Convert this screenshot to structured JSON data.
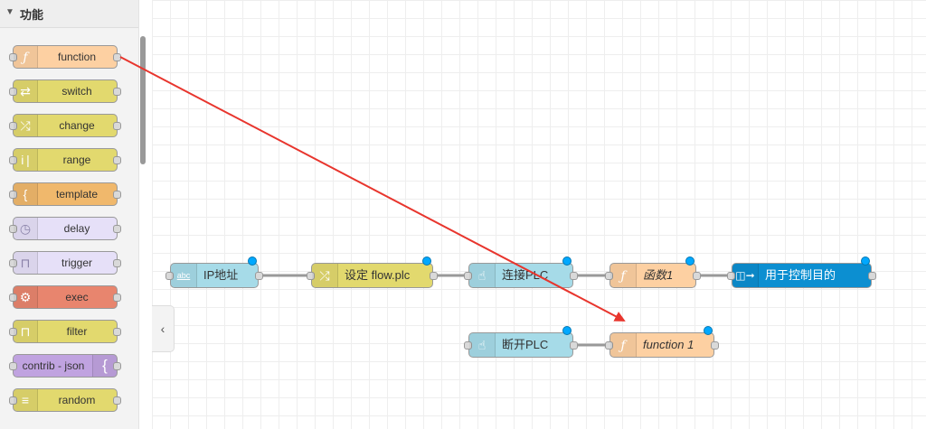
{
  "palette": {
    "category_label": "功能",
    "nodes": [
      {
        "label": "function",
        "icon": "function-icon",
        "color": "#fdd0a2"
      },
      {
        "label": "switch",
        "icon": "switch-icon",
        "color": "#e2d96e"
      },
      {
        "label": "change",
        "icon": "shuffle-icon",
        "color": "#e2d96e"
      },
      {
        "label": "range",
        "icon": "range-icon",
        "color": "#e2d96e"
      },
      {
        "label": "template",
        "icon": "template-icon",
        "color": "#f0b86c"
      },
      {
        "label": "delay",
        "icon": "clock-icon",
        "color": "#e6e0f8"
      },
      {
        "label": "trigger",
        "icon": "trigger-icon",
        "color": "#e6e0f8"
      },
      {
        "label": "exec",
        "icon": "gear-icon",
        "color": "#e8856e"
      },
      {
        "label": "filter",
        "icon": "filter-icon",
        "color": "#e2d96e"
      },
      {
        "label": "contrib - json",
        "icon": "json-braces-icon",
        "color": "#c0a3e0"
      },
      {
        "label": "random",
        "icon": "random-icon",
        "color": "#e2d96e"
      }
    ]
  },
  "flow": {
    "nodes": [
      {
        "label": "IP地址",
        "icon": "abc-text-icon",
        "color": "#a6dbe8"
      },
      {
        "label": "设定 flow.plc",
        "icon": "shuffle-icon",
        "color": "#e2d96e"
      },
      {
        "label": "连接PLC",
        "icon": "hand-pointer-icon",
        "color": "#a6dbe8"
      },
      {
        "label": "函数1",
        "icon": "function-icon",
        "color": "#fdd0a2"
      },
      {
        "label": "用于控制目的",
        "icon": "link-out-icon",
        "color": "#0c8fd1"
      },
      {
        "label": "断开PLC",
        "icon": "hand-pointer-icon",
        "color": "#a6dbe8"
      },
      {
        "label": "function 1",
        "icon": "function-icon",
        "color": "#fdd0a2"
      }
    ]
  },
  "colors": {
    "drag_arrow": "#e8352d",
    "changed_dot": "#00a8ff",
    "wire": "#999999"
  }
}
